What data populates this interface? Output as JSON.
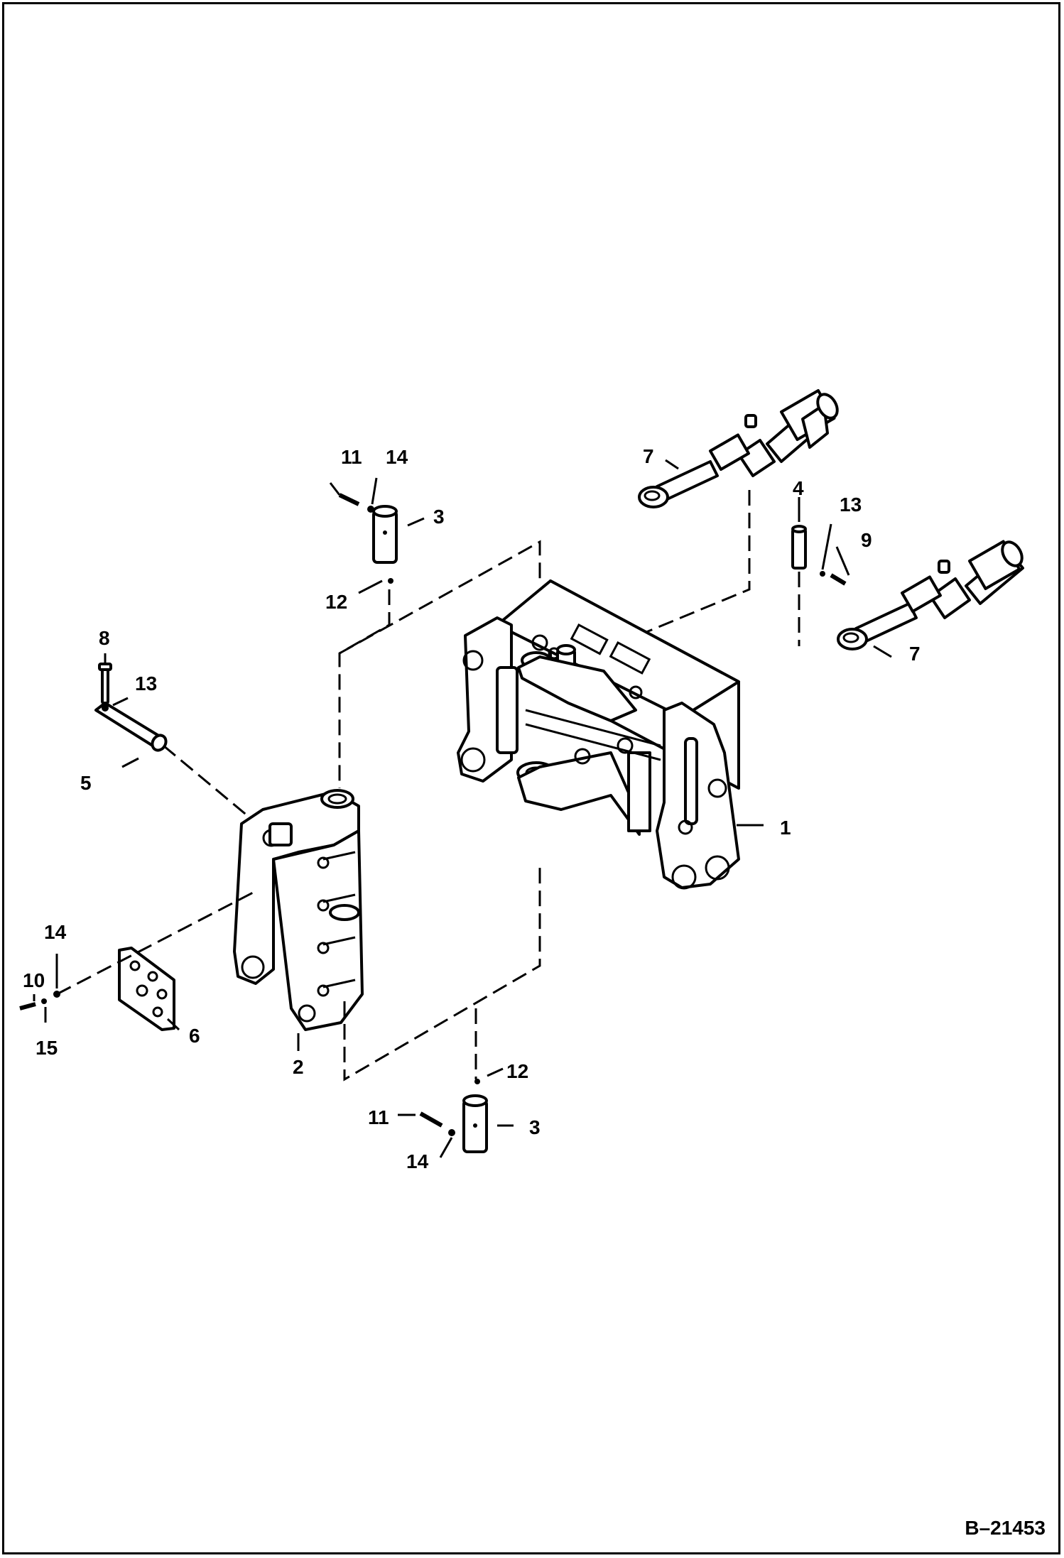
{
  "drawing_number": "B–21453",
  "callouts": [
    {
      "id": "c1",
      "label": "1"
    },
    {
      "id": "c2",
      "label": "2"
    },
    {
      "id": "c3a",
      "label": "3"
    },
    {
      "id": "c3b",
      "label": "3"
    },
    {
      "id": "c4",
      "label": "4"
    },
    {
      "id": "c5",
      "label": "5"
    },
    {
      "id": "c6",
      "label": "6"
    },
    {
      "id": "c7a",
      "label": "7"
    },
    {
      "id": "c7b",
      "label": "7"
    },
    {
      "id": "c8",
      "label": "8"
    },
    {
      "id": "c9",
      "label": "9"
    },
    {
      "id": "c10",
      "label": "10"
    },
    {
      "id": "c11a",
      "label": "11"
    },
    {
      "id": "c11b",
      "label": "11"
    },
    {
      "id": "c12a",
      "label": "12"
    },
    {
      "id": "c12b",
      "label": "12"
    },
    {
      "id": "c13a",
      "label": "13"
    },
    {
      "id": "c13b",
      "label": "13"
    },
    {
      "id": "c14a",
      "label": "14"
    },
    {
      "id": "c14b",
      "label": "14"
    },
    {
      "id": "c14c",
      "label": "14"
    },
    {
      "id": "c15",
      "label": "15"
    }
  ]
}
